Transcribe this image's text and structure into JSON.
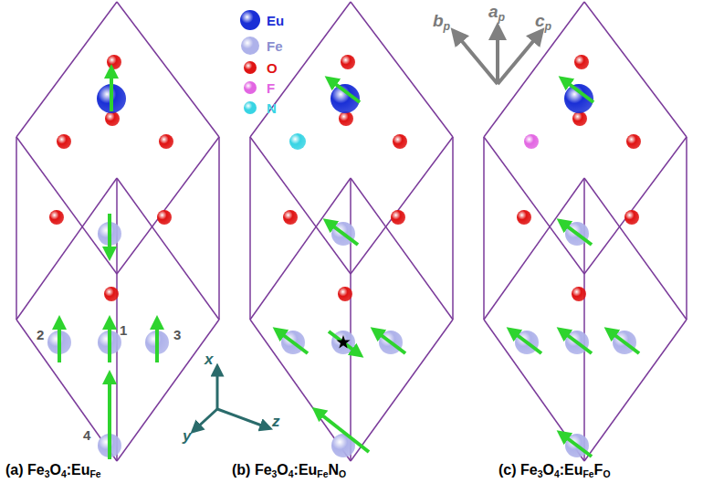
{
  "diagram": {
    "labels": [
      "b",
      "p",
      "a",
      "p",
      "c",
      "p",
      "x",
      "y",
      "z",
      "1",
      "2",
      "3",
      "4",
      "(a) Fe",
      "3",
      "O",
      "4",
      ":Eu",
      "Fe",
      "(b) Fe",
      "3",
      "O",
      "4",
      ":Eu",
      "Fe",
      "N",
      "O",
      "(c) Fe",
      "3",
      "O",
      "4",
      ":Eu",
      "Fe",
      "F",
      "O"
    ],
    "legend": [
      {
        "text": "Eu",
        "color": "#1a2fd6"
      },
      {
        "text": "Fe",
        "color": "#aeb2ea"
      },
      {
        "text": "O",
        "color": "#e01414"
      },
      {
        "text": "F",
        "color": "#e266e2"
      },
      {
        "text": "N",
        "color": "#38d4e4"
      }
    ]
  }
}
